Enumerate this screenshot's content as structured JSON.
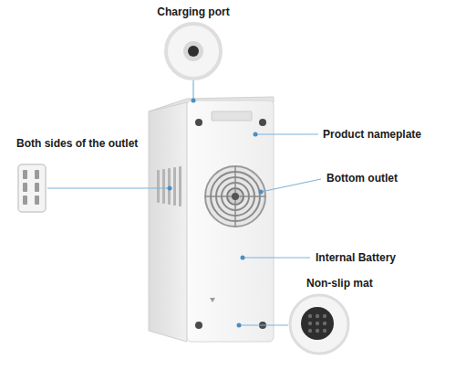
{
  "diagram": {
    "labels": [
      "Charging port",
      "Both sides of the outlet",
      "Product nameplate",
      "Bottom outlet",
      "Internal Battery",
      "Non-slip mat"
    ]
  }
}
